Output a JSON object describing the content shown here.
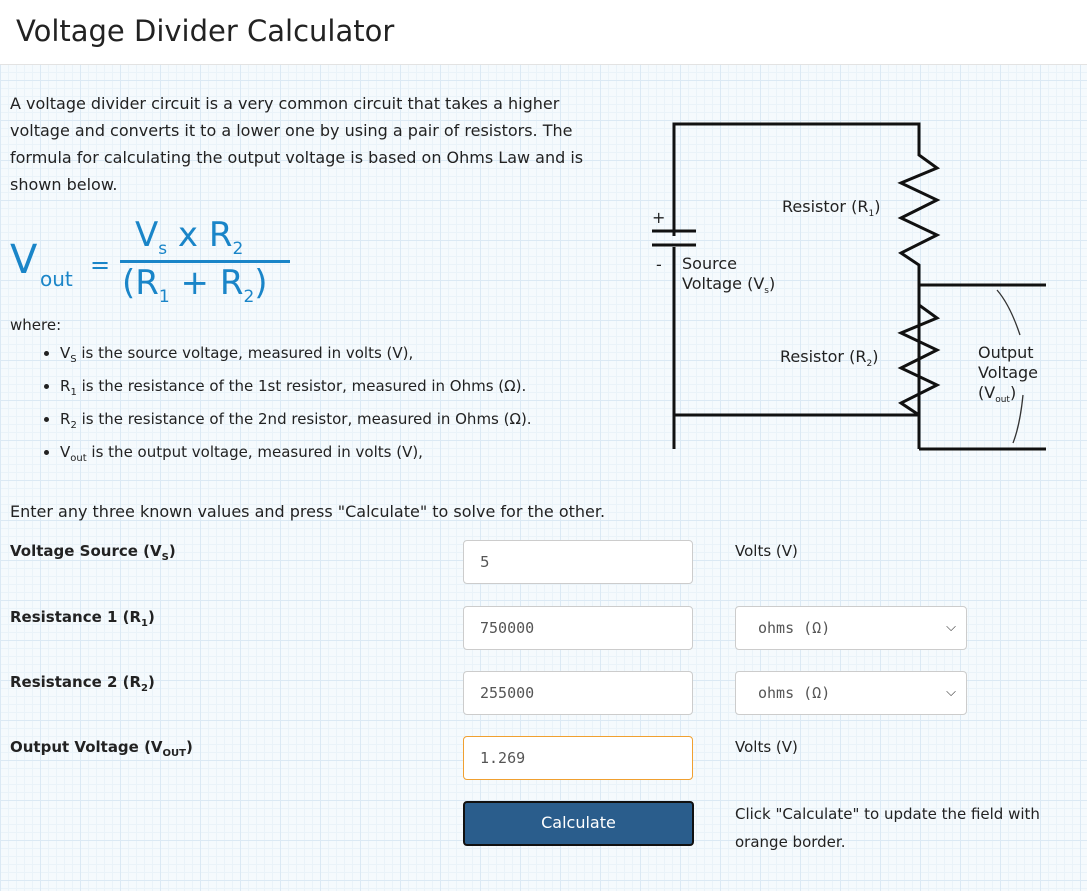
{
  "header": {
    "title": "Voltage Divider Calculator"
  },
  "intro": "A voltage divider circuit is a very common circuit that takes a higher voltage and converts it to a lower one by using a pair of resistors. The formula for calculating the output voltage is based on Ohms Law and is shown below.",
  "formula": {
    "lhs": "V",
    "lhs_sub": "out",
    "eq": "=",
    "num_v": "V",
    "num_v_sub": "s",
    "num_x": " x R",
    "num_r_sub": "2",
    "den_open": "(R",
    "den_r1_sub": "1",
    "den_plus": " + R",
    "den_r2_sub": "2",
    "den_close": ")"
  },
  "where": "where:",
  "definitions": [
    {
      "sym": "V",
      "sub": "S",
      "text": " is the source voltage, measured in volts (V),"
    },
    {
      "sym": "R",
      "sub": "1",
      "text": " is the resistance of the 1st resistor, measured in Ohms (Ω)."
    },
    {
      "sym": "R",
      "sub": "2",
      "text": " is the resistance of the 2nd resistor, measured in Ohms (Ω)."
    },
    {
      "sym": "V",
      "sub": "out",
      "text": " is the output voltage, measured in volts (V),"
    }
  ],
  "diagram": {
    "plus": "+",
    "minus": "-",
    "source1": "Source",
    "source2": "Voltage (V",
    "source_sub": "s",
    "r1": "Resistor (R",
    "r1_sub": "1",
    "r2": "Resistor (R",
    "r2_sub": "2",
    "out1": "Output",
    "out2": "Voltage",
    "out3": "(V",
    "out_sub": "out"
  },
  "instructions": "Enter any three known values and press \"Calculate\" to solve for the other.",
  "fields": [
    {
      "label": "Voltage Source (V",
      "sub": "S",
      "value": "5",
      "unit": "Volts (V)"
    },
    {
      "label": "Resistance 1 (R",
      "sub": "1",
      "value": "750000",
      "unit": "ohms (Ω)"
    },
    {
      "label": "Resistance 2 (R",
      "sub": "2",
      "value": "255000",
      "unit": "ohms (Ω)"
    },
    {
      "label": "Output Voltage (V",
      "sub": "OUT",
      "value": "1.269",
      "unit": "Volts (V)"
    }
  ],
  "calculate_label": "Calculate",
  "note": "Click \"Calculate\" to update the field with orange border.",
  "colors": {
    "accent": "#1a85c8",
    "button": "#2a5d8c",
    "highlight_border": "#f0a030"
  }
}
